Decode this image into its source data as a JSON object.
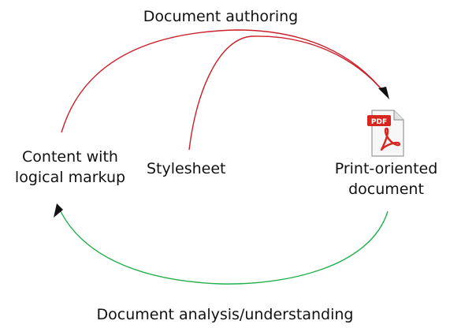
{
  "diagram": {
    "top_title": "Document authoring",
    "bottom_title": "Document analysis/understanding",
    "nodes": {
      "content": {
        "line1": "Content with",
        "line2": "logical markup"
      },
      "stylesheet": {
        "label": "Stylesheet"
      },
      "print": {
        "line1": "Print-oriented",
        "line2": "document"
      }
    },
    "pdf_icon": {
      "badge": "PDF"
    },
    "colors": {
      "authoring_arrow": "#cc1f2a",
      "analysis_arrow": "#22b14c",
      "arrowhead": "#111111",
      "pdf_red": "#d7261f"
    }
  }
}
